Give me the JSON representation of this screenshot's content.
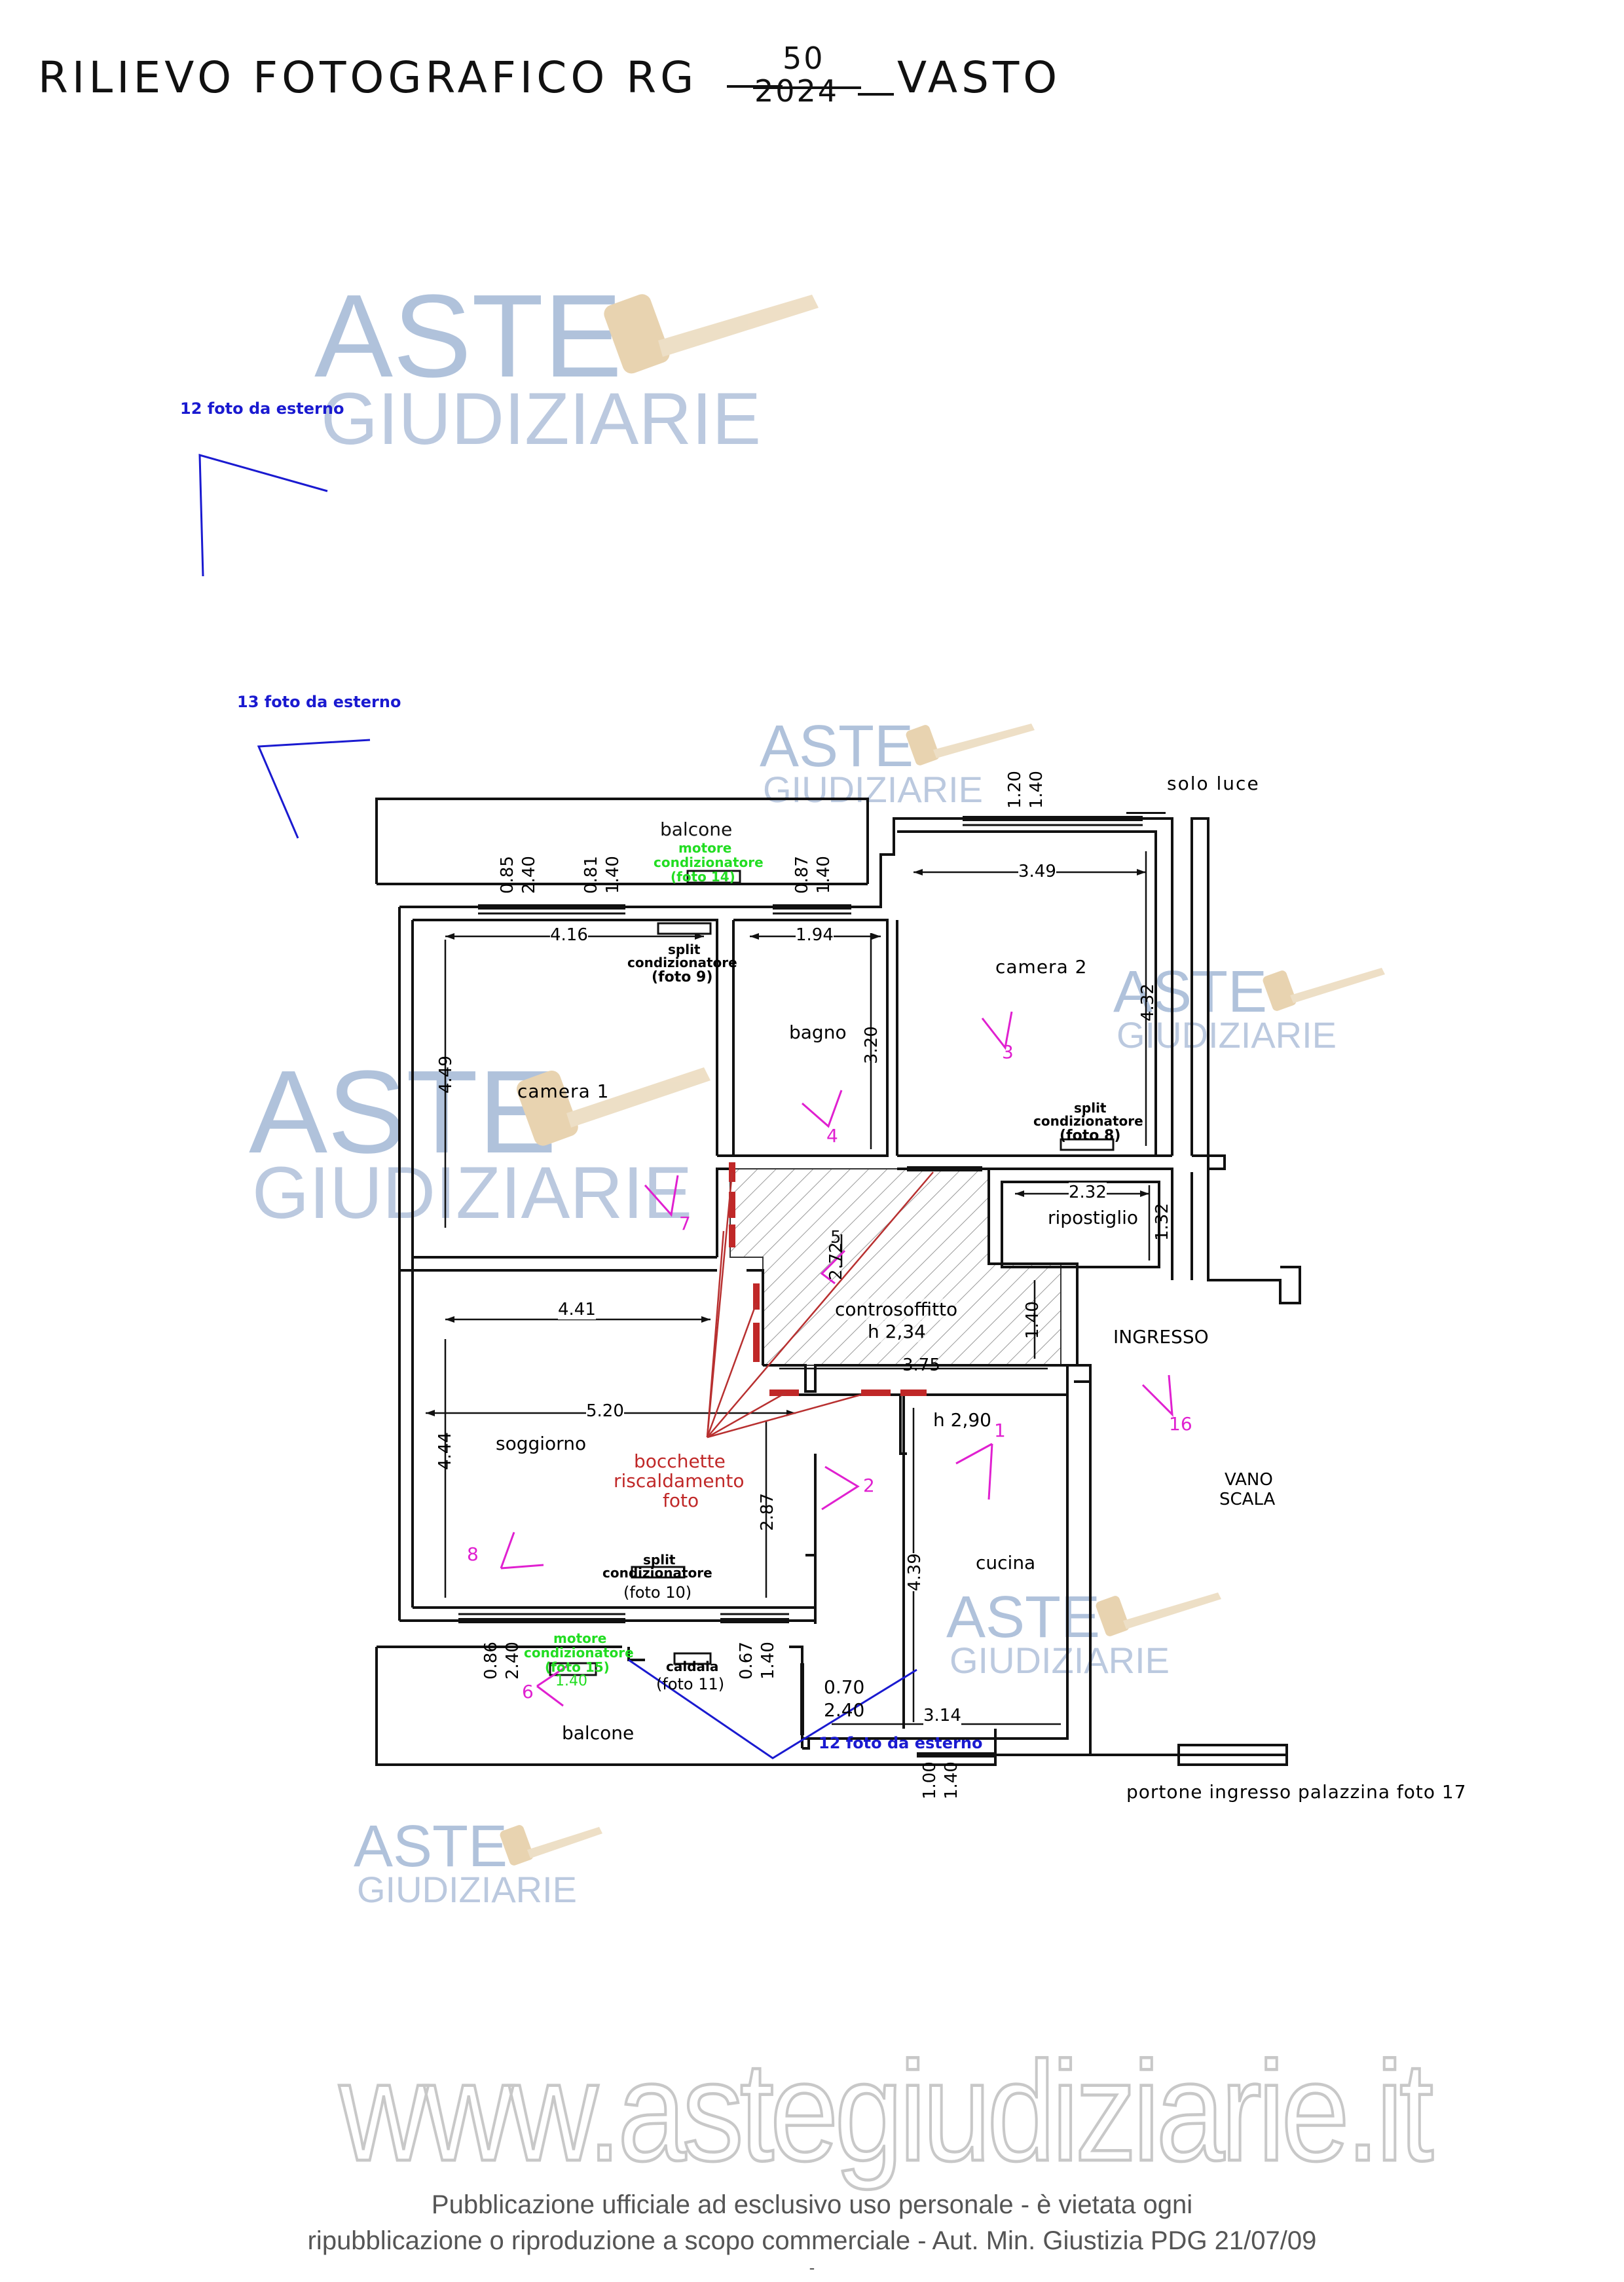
{
  "header": {
    "title_prefix": "RILIEVO  FOTOGRAFICO  RG",
    "rg_number": "50",
    "rg_year": "2024",
    "title_suffix": "VASTO"
  },
  "watermark": {
    "word1": "ASTE",
    "word2": "GIUDIZIARIE",
    "website": "www.astegiudiziarie.it"
  },
  "footer": {
    "line1": "Pubblicazione ufficiale ad esclusivo uso personale - è vietata ogni",
    "line2": "ripubblicazione o riproduzione a scopo commerciale - Aut. Min. Giustizia PDG 21/07/09",
    "line3": "-"
  },
  "colors": {
    "wall": "#111111",
    "photo_marker": "#e020d0",
    "heating": "#c02828",
    "external_photo": "#1a1ad0",
    "ac_motor": "#22dd22",
    "hatch": "#888888",
    "watermark_blue": "#a8bcd8",
    "watermark_gavel": "#e6cfa8"
  },
  "labels": {
    "ext12": "12 foto da esterno",
    "ext13": "13 foto da esterno",
    "ext12_bottom": "12 foto da esterno",
    "balcone_top": "balcone",
    "motore_top_1": "motore",
    "motore_top_2": "condizionatore",
    "motore_top_3": "(foto 14)",
    "split9_1": "split",
    "split9_2": "condizionatore",
    "split9_3": "(foto 9)",
    "solo_luce": "solo luce",
    "camera2": "camera 2",
    "split8_1": "split",
    "split8_2": "condizionatore",
    "split8_3": "(foto 8)",
    "bagno": "bagno",
    "camera1": "camera 1",
    "ripostiglio": "ripostiglio",
    "controsoffitto": "controsoffitto",
    "h234": "h 2,34",
    "ingresso": "INGRESSO",
    "h290": "h 2,90",
    "soggiorno": "soggiorno",
    "bocchette_1": "bocchette",
    "bocchette_2": "riscaldamento",
    "bocchette_3": "foto",
    "vano": "VANO",
    "scala": "SCALA",
    "cucina": "cucina",
    "split10_1": "split",
    "split10_2": "condizionatore",
    "split10_3": "(foto 10)",
    "motore_bot_1": "motore",
    "motore_bot_2": "condizionatore",
    "motore_bot_3": "(foto 15)",
    "caldaia_1": "caldaia",
    "caldaia_2": "(foto 11)",
    "balcone_bottom": "balcone",
    "portone": "portone  ingresso  palazzina  foto  17"
  },
  "dimensions": {
    "d085": "0.85",
    "d240a": "2.40",
    "d081": "0.81",
    "d140a": "1.40",
    "d087": "0.87",
    "d140b": "1.40",
    "d120": "1.20",
    "d140c": "1.40",
    "d416": "4.16",
    "d194": "1.94",
    "d349": "3.49",
    "d432": "4.32",
    "d320": "3.20",
    "d449": "4.49",
    "d232": "2.32",
    "d132": "1.32",
    "d272": "2.72",
    "d140d": "1.40",
    "d375": "3.75",
    "d441": "4.41",
    "d520": "5.20",
    "d444": "4.44",
    "d287": "2.87",
    "d439": "4.39",
    "d086": "0.86",
    "d240b": "2.40",
    "d140e": "1.40",
    "d067": "0.67",
    "d140f": "1.40",
    "d070": "0.70",
    "d240c": "2.40",
    "d314": "3.14",
    "d100": "1.00",
    "d140g": "1.40"
  },
  "photo_markers": [
    "1",
    "2",
    "3",
    "4",
    "5",
    "6",
    "7",
    "8",
    "16"
  ]
}
